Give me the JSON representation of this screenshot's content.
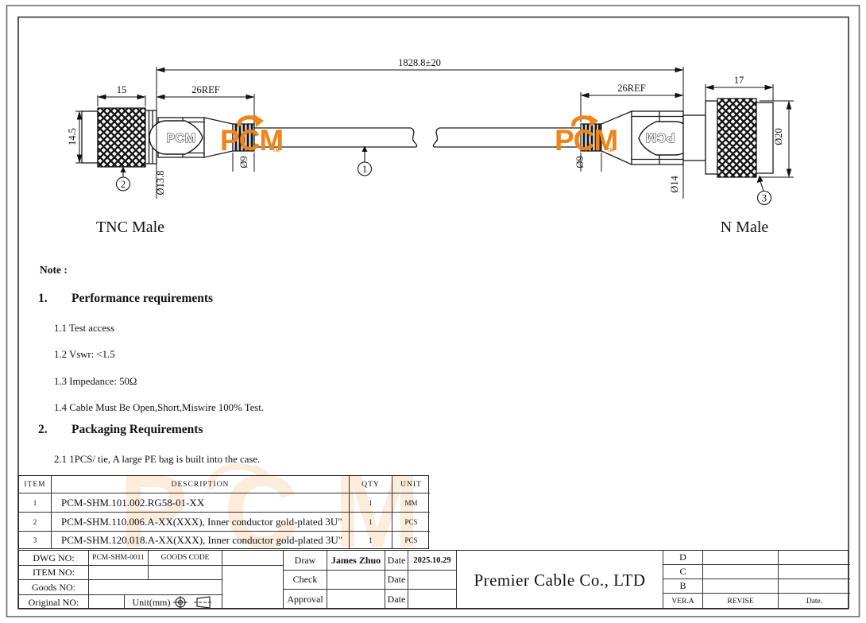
{
  "drawing": {
    "overall_dim": "1828.8±20",
    "left": {
      "width": "15",
      "ref": "26REF",
      "height": "14.5",
      "dia_coupling": "Ø13.8",
      "dia_boot": "Ø9",
      "connector": "TNC Male",
      "balloon": "2"
    },
    "right": {
      "width": "17",
      "ref": "26REF",
      "dia_boot": "Ø9",
      "dia_body": "Ø14",
      "dia_outer": "Ø20",
      "connector": "N Male",
      "balloon": "3"
    },
    "cable_balloon": "1",
    "emboss": "PCM",
    "logo": {
      "text": "PCM",
      "tm": "TM",
      "color": "#F08418"
    }
  },
  "notes": {
    "title": "Note :",
    "sections": [
      {
        "no": "1.",
        "title": "Performance requirements",
        "items": [
          "1.1 Test access",
          "1.2 Vswr: <1.5",
          "1.3 Impedance: 50Ω",
          "1.4 Cable Must Be Open,Short,Miswire 100% Test."
        ]
      },
      {
        "no": "2.",
        "title": "Packaging Requirements",
        "items": [
          "2.1 1PCS/ tie, A large PE bag is built into the case."
        ]
      }
    ]
  },
  "bom": {
    "headers": {
      "item": "ITEM",
      "description": "DESCRIPTION",
      "qty": "QTY",
      "unit": "UNIT"
    },
    "rows": [
      {
        "item": "1",
        "description": "PCM-SHM.101.002.RG58-01-XX",
        "qty": "1",
        "unit": "MM"
      },
      {
        "item": "2",
        "description": "PCM-SHM.110.006.A-XX(XXX), Inner conductor gold-plated 3U\"",
        "qty": "1",
        "unit": "PCS"
      },
      {
        "item": "3",
        "description": "PCM-SHM.120.018.A-XX(XXX), Inner conductor gold-plated 3U\"",
        "qty": "1",
        "unit": "PCS"
      }
    ]
  },
  "title_block": {
    "dwg_no_label": "DWG NO:",
    "dwg_no": "PCM-SHM-0011",
    "goods_code_label": "GOODS CODE",
    "item_no_label": "ITEM NO:",
    "goods_no_label": "Goods NO:",
    "original_no_label": "Original NO:",
    "unit_label": "Unit(mm)",
    "draw_label": "Draw",
    "draw_name": "James Zhuo",
    "date_label": "Date",
    "draw_date": "2025.10.29",
    "check_label": "Check",
    "approval_label": "Approval",
    "company": "Premier Cable Co., LTD",
    "rev_rows": [
      "D",
      "C",
      "B"
    ],
    "ver_label": "VER.A",
    "revise_label": "REVISE",
    "rev_date_label": "Date."
  }
}
